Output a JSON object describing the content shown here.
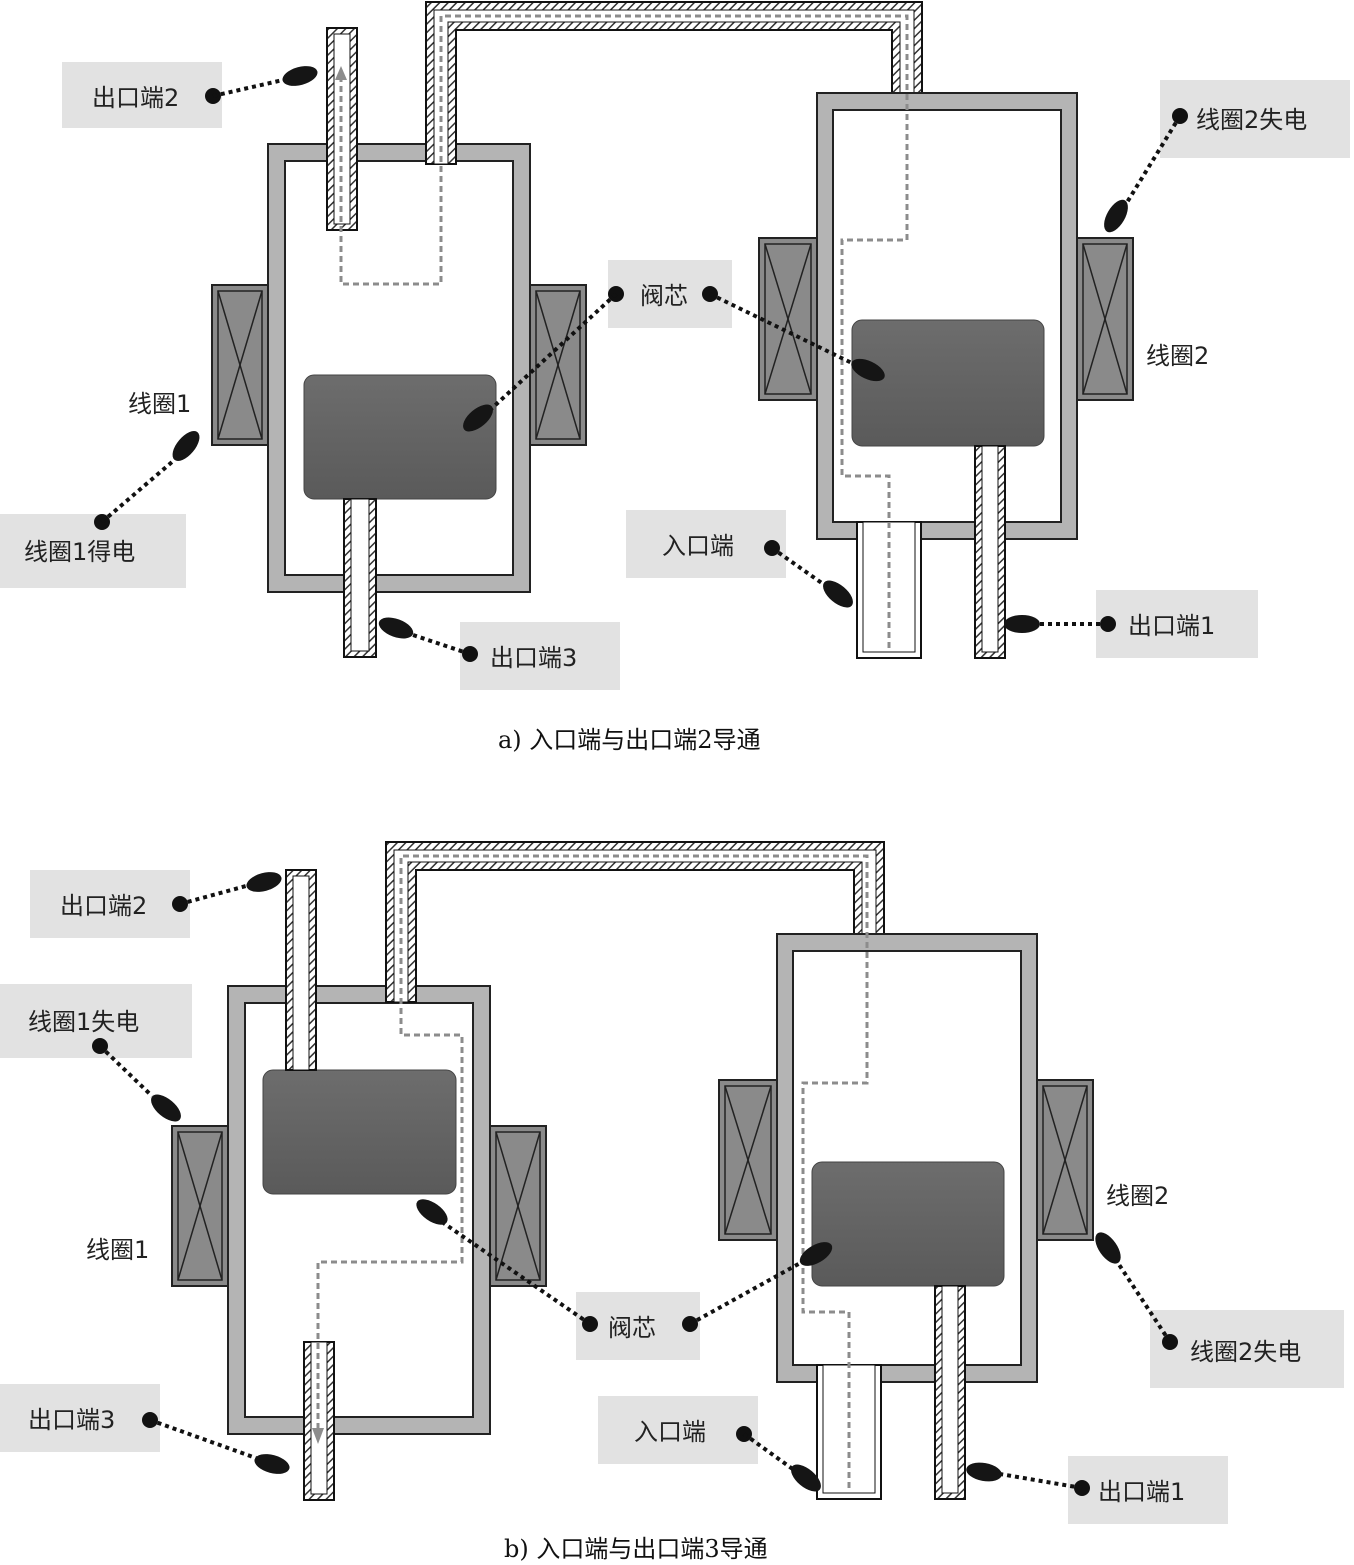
{
  "colors": {
    "housing": "#b4b4b4",
    "core": "#666666",
    "coil": "#8a8a8a",
    "label_bg": "#e2e2e2",
    "flow": "#8c8c8c"
  },
  "panel_a": {
    "caption": "a) 入口端与出口端2导通",
    "outlet2": "出口端2",
    "outlet3": "出口端3",
    "outlet1": "出口端1",
    "inlet": "入口端",
    "coil1": "线圈1",
    "coil1_status": "线圈1得电",
    "coil2": "线圈2",
    "coil2_status": "线圈2失电",
    "core": "阀芯"
  },
  "panel_b": {
    "caption": "b) 入口端与出口端3导通",
    "outlet2": "出口端2",
    "outlet3": "出口端3",
    "outlet1": "出口端1",
    "inlet": "入口端",
    "coil1": "线圈1",
    "coil1_status": "线圈1失电",
    "coil2": "线圈2",
    "coil2_status": "线圈2失电",
    "core": "阀芯"
  }
}
